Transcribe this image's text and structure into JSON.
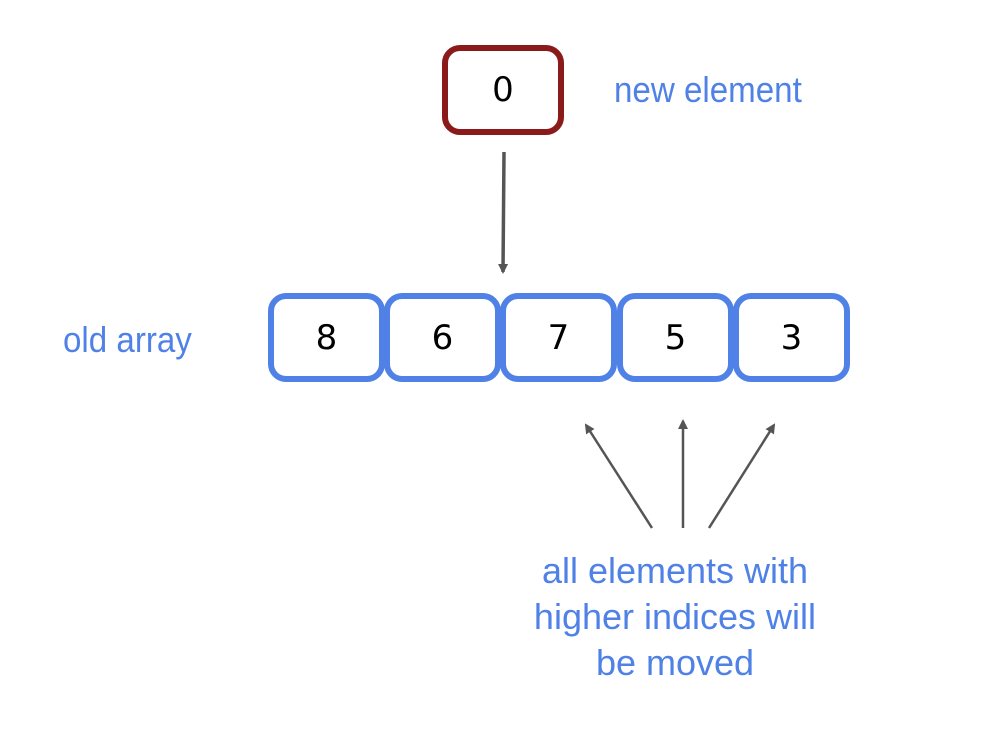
{
  "new_element": {
    "value": "0",
    "label": "new element",
    "border_color": "#8b1a1a"
  },
  "old_array": {
    "label": "old array",
    "values": [
      "8",
      "6",
      "7",
      "5",
      "3"
    ],
    "border_color": "#4f81e6"
  },
  "caption": {
    "lines": [
      "all elements with",
      "higher indices will",
      "be moved"
    ]
  },
  "colors": {
    "text_accent": "#4f81e6",
    "arrow": "#555555"
  }
}
